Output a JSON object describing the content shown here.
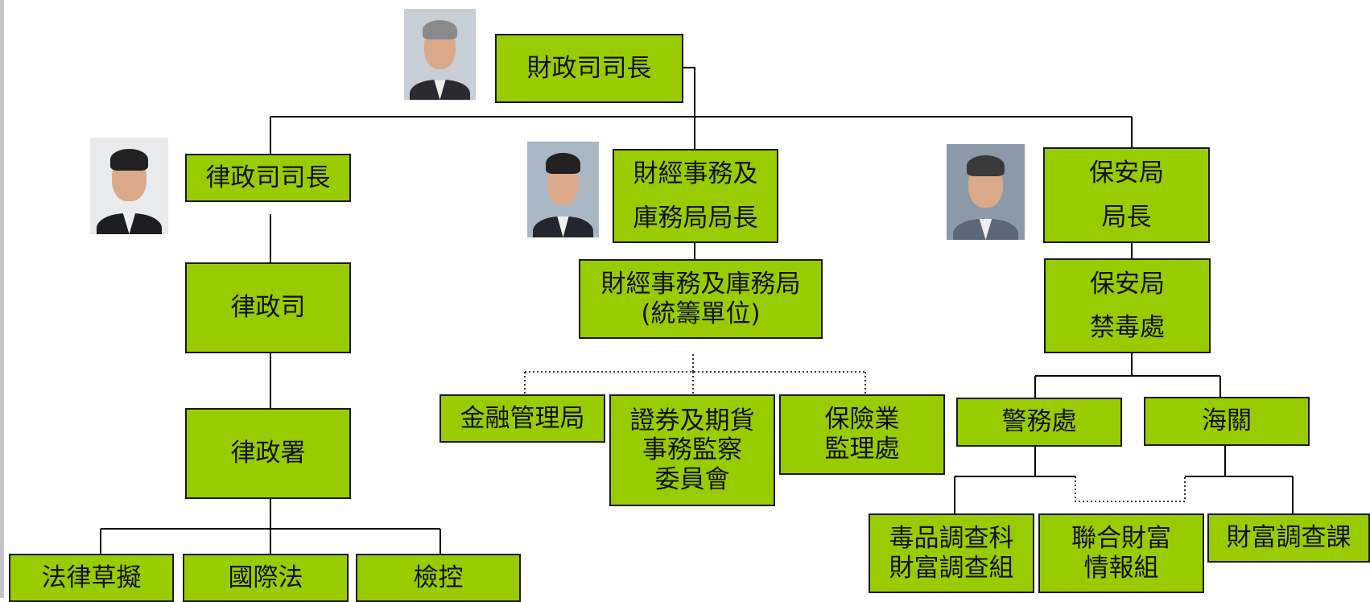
{
  "colors": {
    "box_fill": "#99cc00",
    "box_border": "#1a1a1a",
    "line": "#000000",
    "background": "#ffffff"
  },
  "boxes": {
    "financial_secretary": "財政司司長",
    "secretary_for_justice": "律政司司長",
    "department_of_justice": "律政司",
    "law_office": "律政署",
    "legal_drafting": "法律草擬",
    "international_law": "國際法",
    "prosecutions": "檢控",
    "sfst": "財經事務及\n庫務局局長",
    "fstb_coord": "財經事務及庫務局\n(統籌單位)",
    "hkma": "金融管理局",
    "sfc": "證券及期貨\n事務監察\n委員會",
    "ia": "保險業\n監理處",
    "security_secretary": "保安局\n局長",
    "narcotics_division": "保安局\n禁毒處",
    "police": "警務處",
    "customs": "海關",
    "ndfi": "毒品調查科\n財富調查組",
    "jfiu": "聯合財富\n情報組",
    "fiu": "財富調查課"
  },
  "photos": [
    {
      "name": "financial-secretary-photo-icon"
    },
    {
      "name": "secretary-for-justice-photo-icon"
    },
    {
      "name": "sfst-photo-icon"
    },
    {
      "name": "security-secretary-photo-icon"
    }
  ]
}
